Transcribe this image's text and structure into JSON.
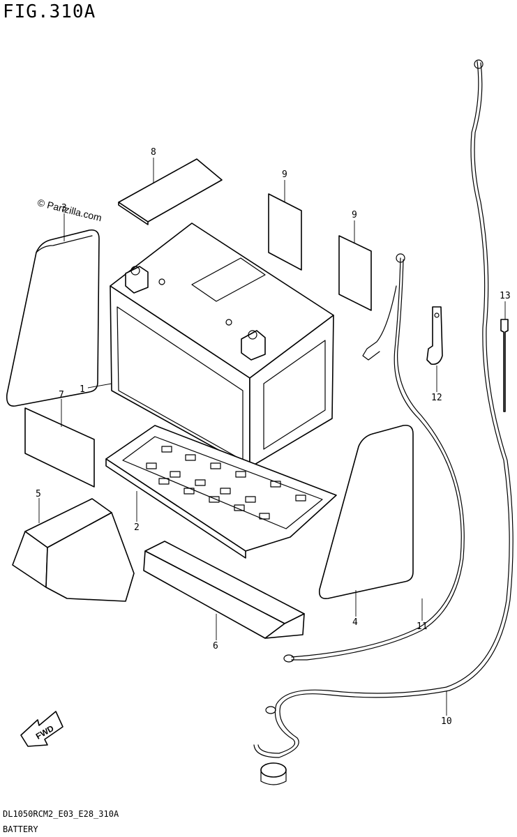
{
  "figure": {
    "title": "FIG.310A"
  },
  "watermark": "© Partzilla.com",
  "footer": {
    "code": "DL1050RCM2_E03_E28_310A",
    "name": "BATTERY"
  },
  "fwd_label": "FWD",
  "callouts": {
    "c1": "1",
    "c2": "2",
    "c3": "3",
    "c4": "4",
    "c5": "5",
    "c6": "6",
    "c7": "7",
    "c8": "8",
    "c9a": "9",
    "c9b": "9",
    "c10": "10",
    "c11": "11",
    "c12": "12",
    "c13": "13"
  }
}
